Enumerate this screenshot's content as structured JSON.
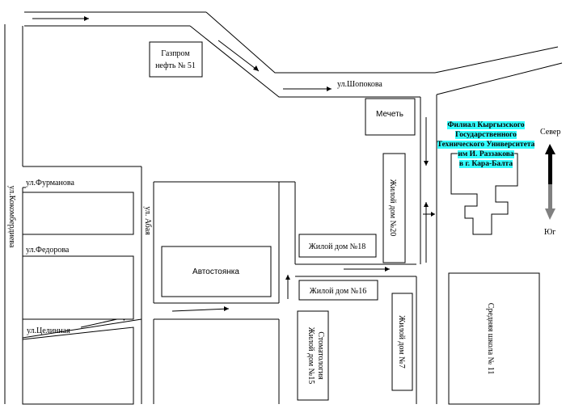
{
  "streets": {
    "shopokova": "ул.Шопокова",
    "furmanova": "ул.Фурманова",
    "fedorova": "ул.Федорова",
    "celinnaya": "ул.Целинная",
    "abaya": "ул. Абая",
    "kokombekova": "ул.Кокомбердиева"
  },
  "buildings": {
    "gazprom_line1": "Газпром",
    "gazprom_line2": "нефть № 51",
    "mosque": "Мечеть",
    "parking": "Автостоянка",
    "house20": "Жилой дом №20",
    "house18": "Жилой дом №18",
    "house16": "Жилой дом №16",
    "house15_line1": "Жилой дом №15",
    "house15_line2": "Стоматология",
    "house7": "Жилой дом №7",
    "school": "Средняя школа № 11"
  },
  "university": {
    "line1": "Филиал Кыргызского",
    "line2": "Государственного",
    "line3": "Технического Университета",
    "line4": "им И. Раззакова",
    "line5": "в г. Кара-Балта"
  },
  "compass": {
    "north": "Север",
    "south": "Юг"
  },
  "colors": {
    "highlight": "#33ffff",
    "compass_north": "#000000",
    "compass_south": "#808080"
  }
}
